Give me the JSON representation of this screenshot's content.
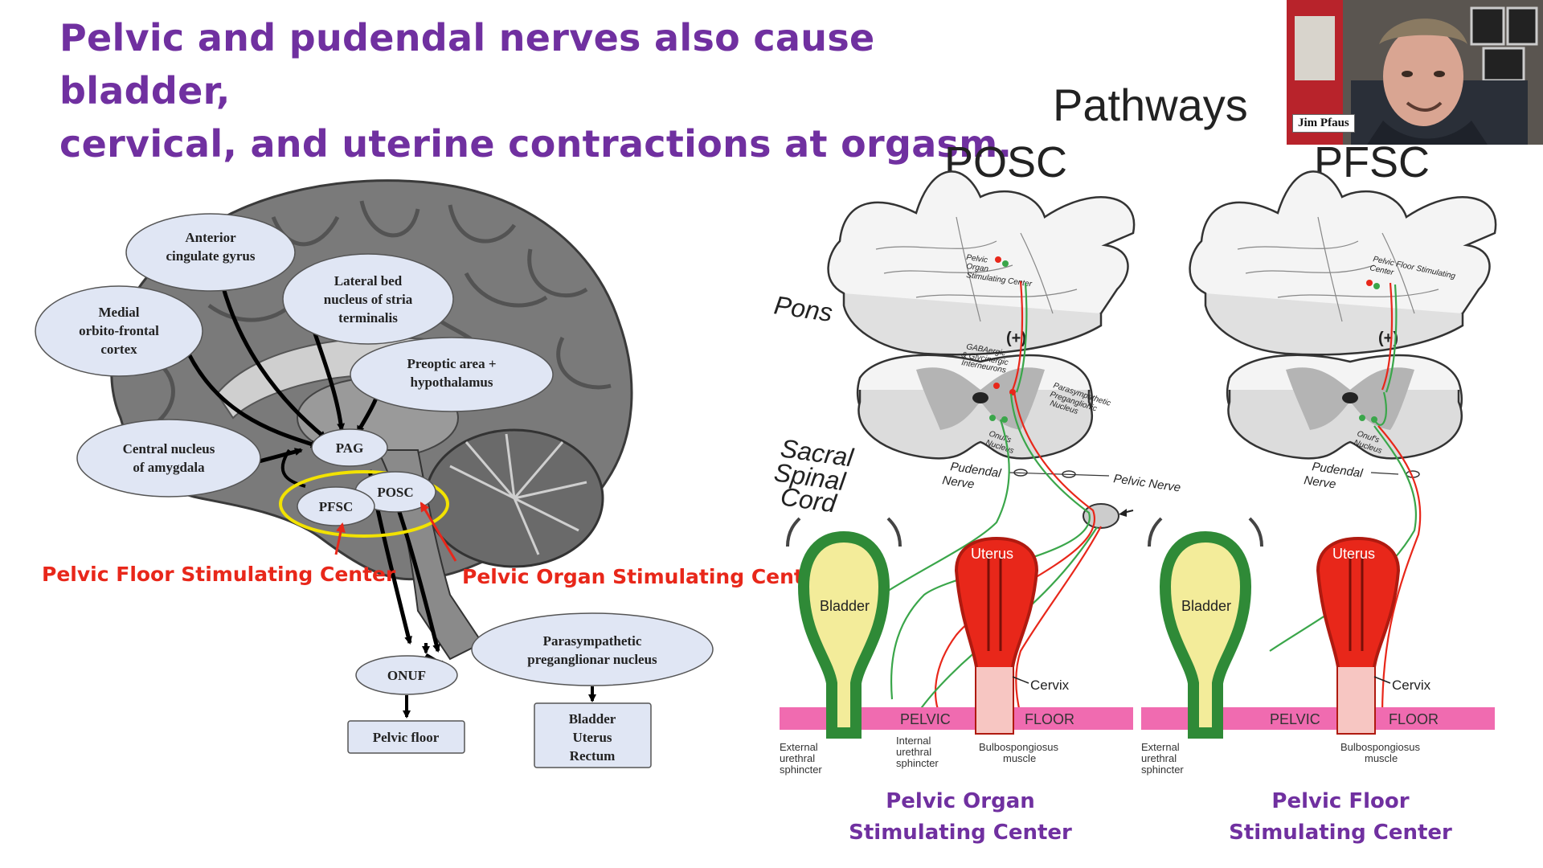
{
  "title_line1": "Pelvic and pudendal nerves also cause bladder,",
  "title_line2": "cervical, and uterine contractions at orgasm.",
  "brain": {
    "anterior_1": "Anterior",
    "anterior_2": "cingulate gyrus",
    "medial_1": "Medial",
    "medial_2": "orbito-frontal",
    "medial_3": "cortex",
    "lateral_1": "Lateral bed",
    "lateral_2": "nucleus of stria",
    "lateral_3": "terminalis",
    "preoptic_1": "Preoptic area +",
    "preoptic_2": "hypothalamus",
    "central_1": "Central nucleus",
    "central_2": "of amygdala",
    "pag": "PAG",
    "posc": "POSC",
    "pfsc": "PFSC",
    "onuf": "ONUF",
    "parasym_1": "Parasympathetic",
    "parasym_2": "preganglionar nucleus",
    "pelvic_floor": "Pelvic floor",
    "bladder": "Bladder",
    "uterus": "Uterus",
    "rectum": "Rectum"
  },
  "labels": {
    "pfsc_full": "Pelvic Floor Stimulating Center",
    "posc_full": "Pelvic Organ Stimulating Center"
  },
  "pathways": {
    "heading": "Pathways",
    "posc": "POSC",
    "pfsc": "PFSC",
    "pons": "Pons",
    "sacral_1": "Sacral",
    "sacral_2": "Spinal",
    "sacral_3": "Cord",
    "plus": "(+)",
    "pelvic_organ_center_1": "Pelvic",
    "pelvic_organ_center_2": "Organ",
    "pelvic_organ_center_3": "Stimulating Center",
    "pelvic_floor_center_1": "Pelvic Floor Stimulating",
    "pelvic_floor_center_2": "Center",
    "gaba_1": "GABAergic",
    "gaba_2": "& Glycinergic",
    "gaba_3": "Interneurons",
    "para_1": "Parasympathetic",
    "para_2": "Preganglionic",
    "para_3": "Nucleus",
    "onufs_1": "Onuf's",
    "onufs_2": "Nucleus",
    "pudendal_1": "Pudendal",
    "pudendal_2": "Nerve",
    "pelvic_nerve": "Pelvic Nerve",
    "bladder": "Bladder",
    "uterus": "Uterus",
    "cervix": "Cervix",
    "pelvic": "PELVIC",
    "floor": "FLOOR",
    "ext_1": "External",
    "ext_2": "urethral",
    "ext_3": "sphincter",
    "int_1": "Internal",
    "int_2": "urethral",
    "int_3": "sphincter",
    "bulbo_1": "Bulbospongiosus",
    "bulbo_2": "muscle"
  },
  "captions": {
    "left_1": "Pelvic Organ",
    "left_2": "Stimulating Center",
    "right_1": "Pelvic Floor",
    "right_2": "Stimulating Center"
  },
  "webcam": {
    "name": "Jim Pfaus"
  },
  "colors": {
    "title": "#7030a0",
    "red_label": "#e8271a",
    "green_nerve": "#3aa64a",
    "red_nerve": "#e8271a",
    "pelvic_floor_band": "#f06bb0"
  }
}
